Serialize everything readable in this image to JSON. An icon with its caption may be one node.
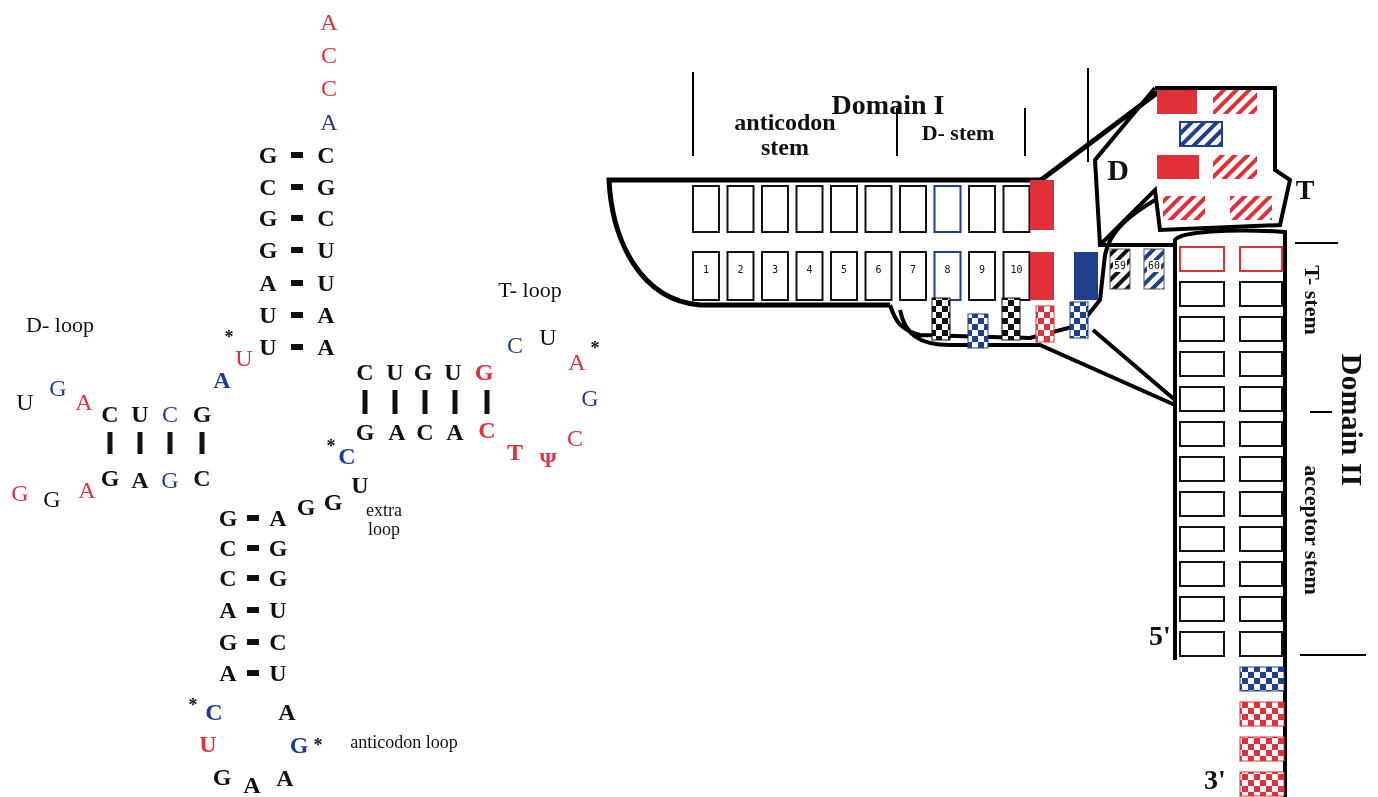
{
  "diagram": {
    "labels": [
      "A",
      "C",
      "C",
      "A",
      "G",
      "C",
      "C",
      "G",
      "G",
      "C",
      "G",
      "U",
      "A",
      "U",
      "U",
      "A",
      "*",
      "U",
      "U",
      "A",
      "T- loop",
      "D- loop",
      "C",
      "U",
      "A",
      "*",
      "A",
      "C",
      "U",
      "G",
      "U",
      "G",
      "U",
      "G",
      "A",
      "C",
      "U",
      "C",
      "G",
      "G",
      "G",
      "A",
      "C",
      "A",
      "C",
      "C",
      "T",
      "Ψ",
      "*",
      "C",
      "G",
      "A",
      "G",
      "C",
      "G",
      "G",
      "A",
      "U",
      "G",
      "G",
      "extra loop",
      "G",
      "A",
      "C",
      "G",
      "C",
      "G",
      "A",
      "U",
      "G",
      "C",
      "A",
      "U",
      "*",
      "C",
      "A",
      "U",
      "G",
      "*",
      "anticodon loop",
      "G",
      "A",
      "A",
      "Domain I",
      "anticodon stem",
      "D- stem",
      "D",
      "T",
      "1",
      "2",
      "3",
      "4",
      "5",
      "6",
      "7",
      "8",
      "9",
      "10",
      "59",
      "60",
      "T- stem",
      "Domain II",
      "acceptor stem",
      "5'",
      "3'"
    ]
  }
}
